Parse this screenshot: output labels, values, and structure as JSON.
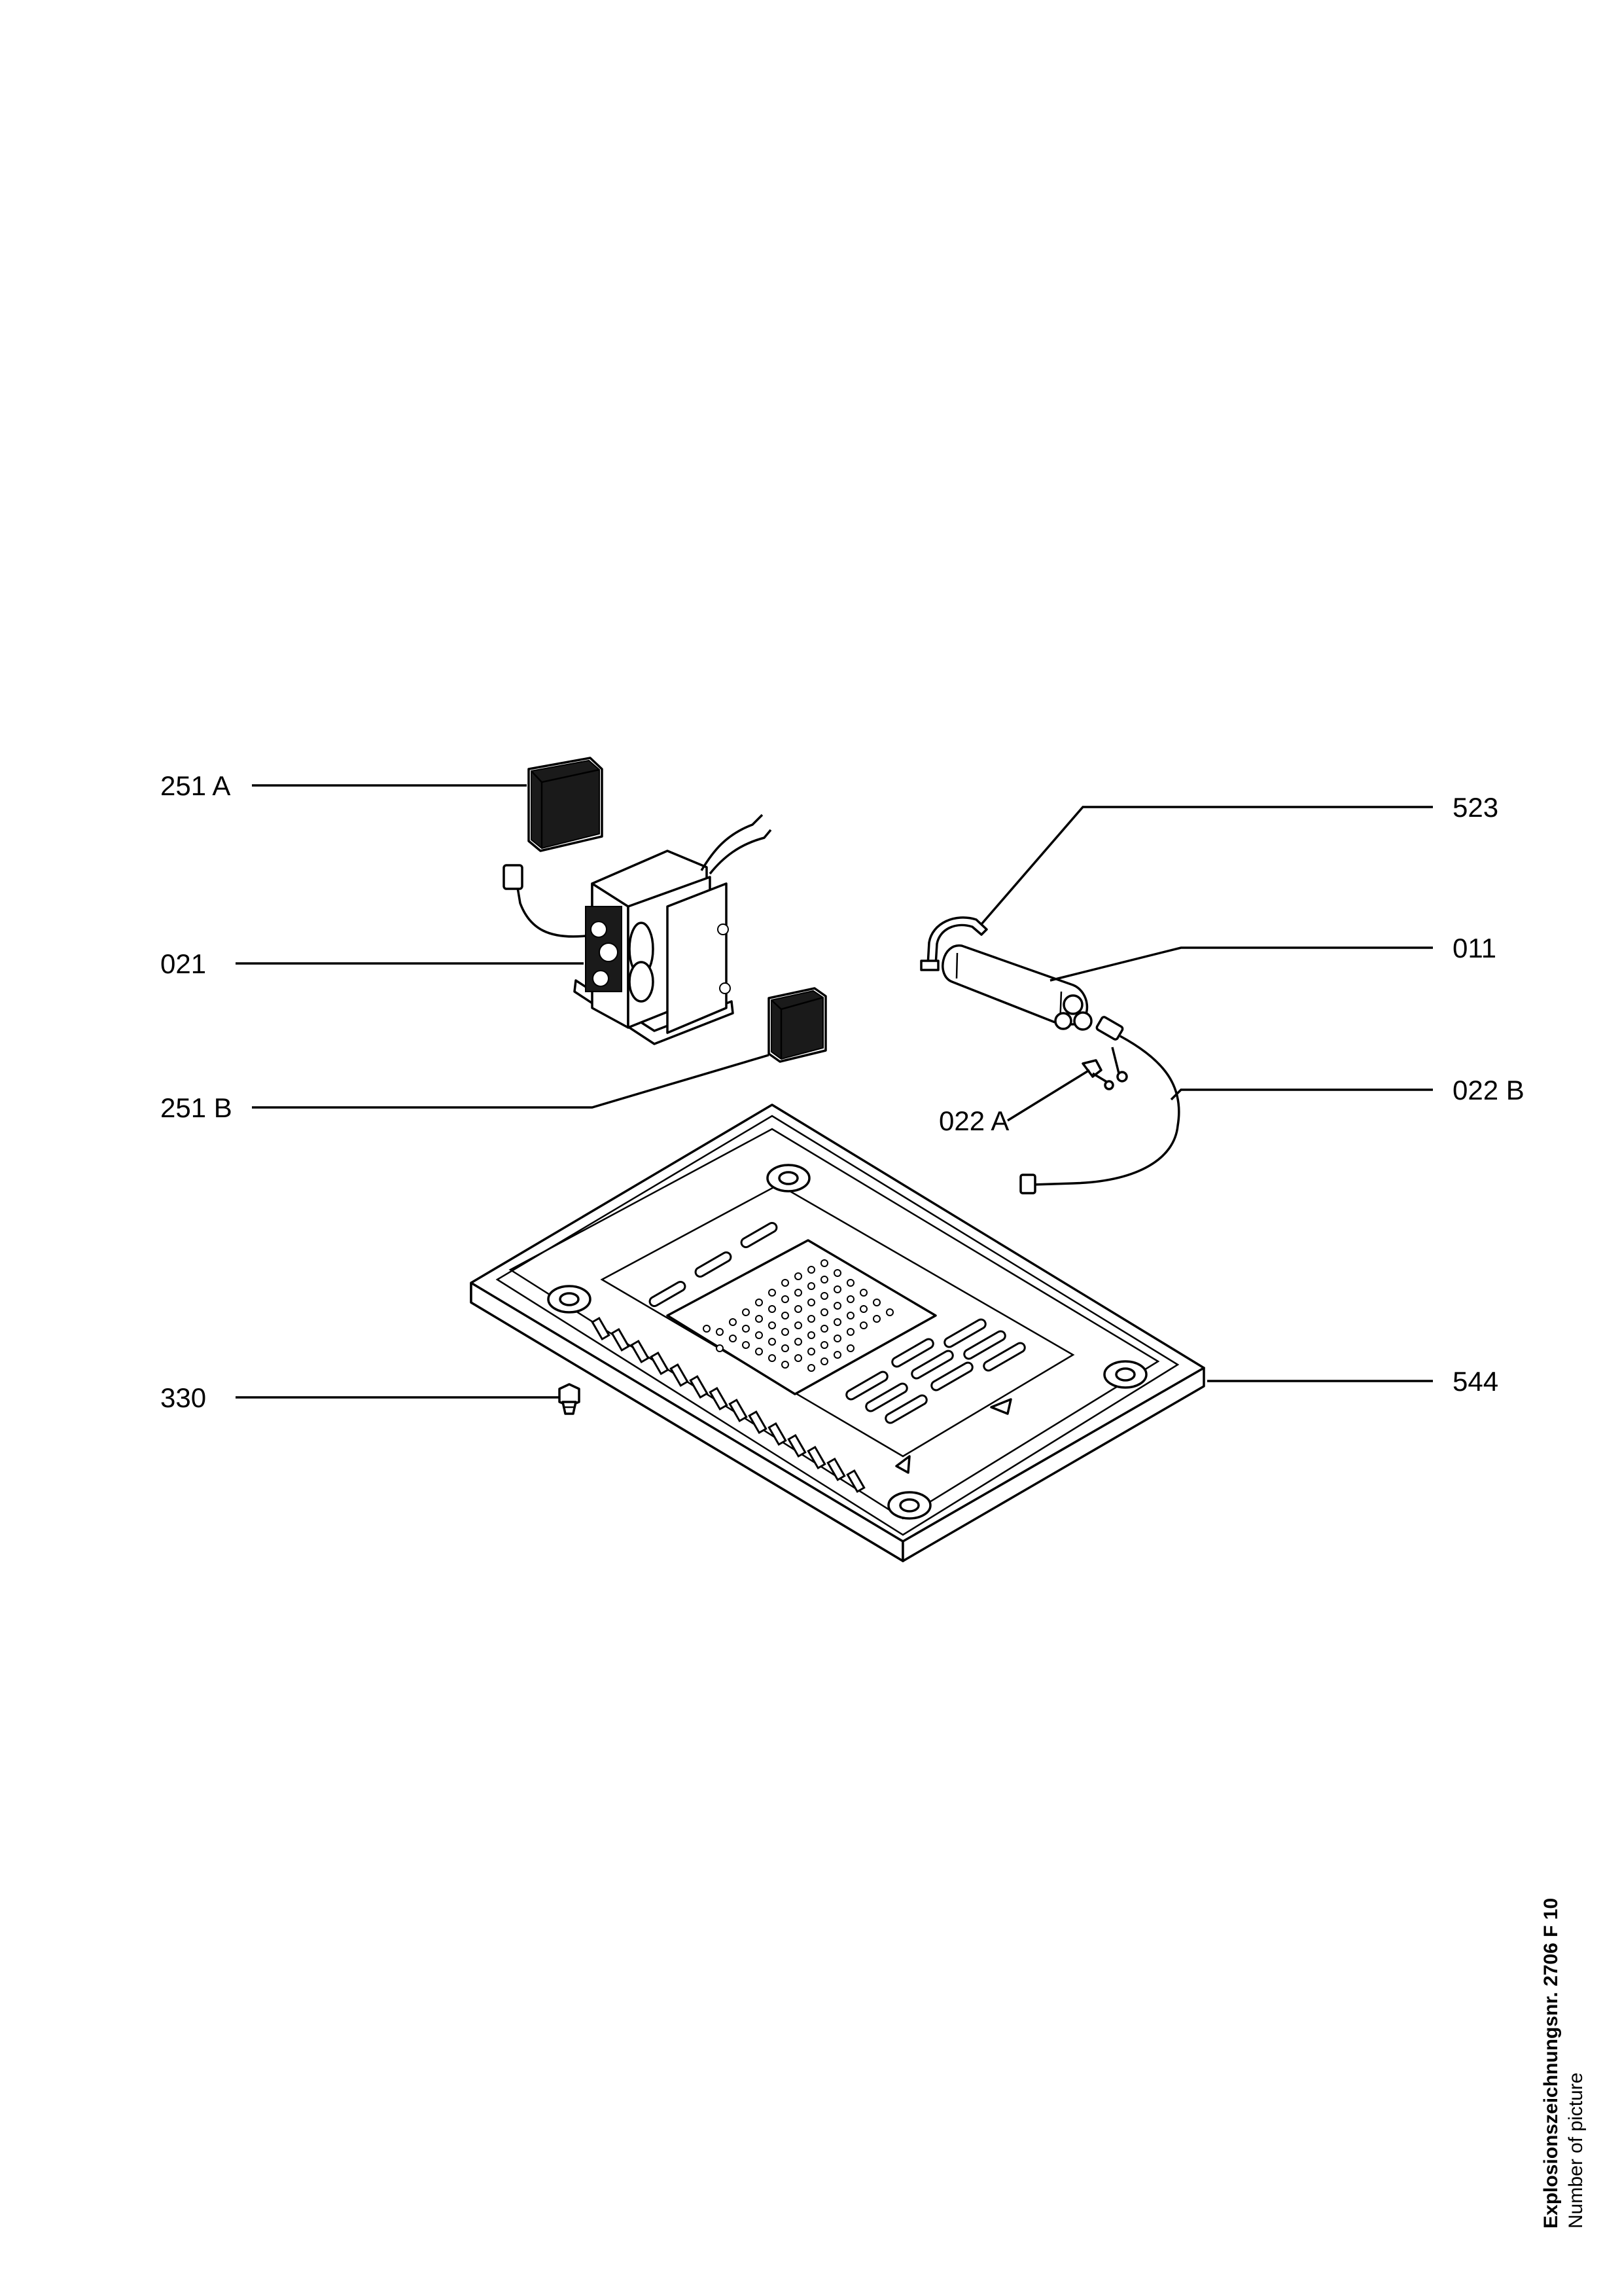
{
  "callouts": [
    {
      "id": "251A",
      "text": "251 A"
    },
    {
      "id": "021",
      "text": "021"
    },
    {
      "id": "251B",
      "text": "251 B"
    },
    {
      "id": "330",
      "text": "330"
    },
    {
      "id": "523",
      "text": "523"
    },
    {
      "id": "011",
      "text": "011"
    },
    {
      "id": "022A",
      "text": "022 A"
    },
    {
      "id": "022B",
      "text": "022 B"
    },
    {
      "id": "544",
      "text": "544"
    }
  ],
  "footer": {
    "drawing_number": "Explosionszeichnungsnr. 2706 F 10",
    "caption": "Number of picture"
  }
}
